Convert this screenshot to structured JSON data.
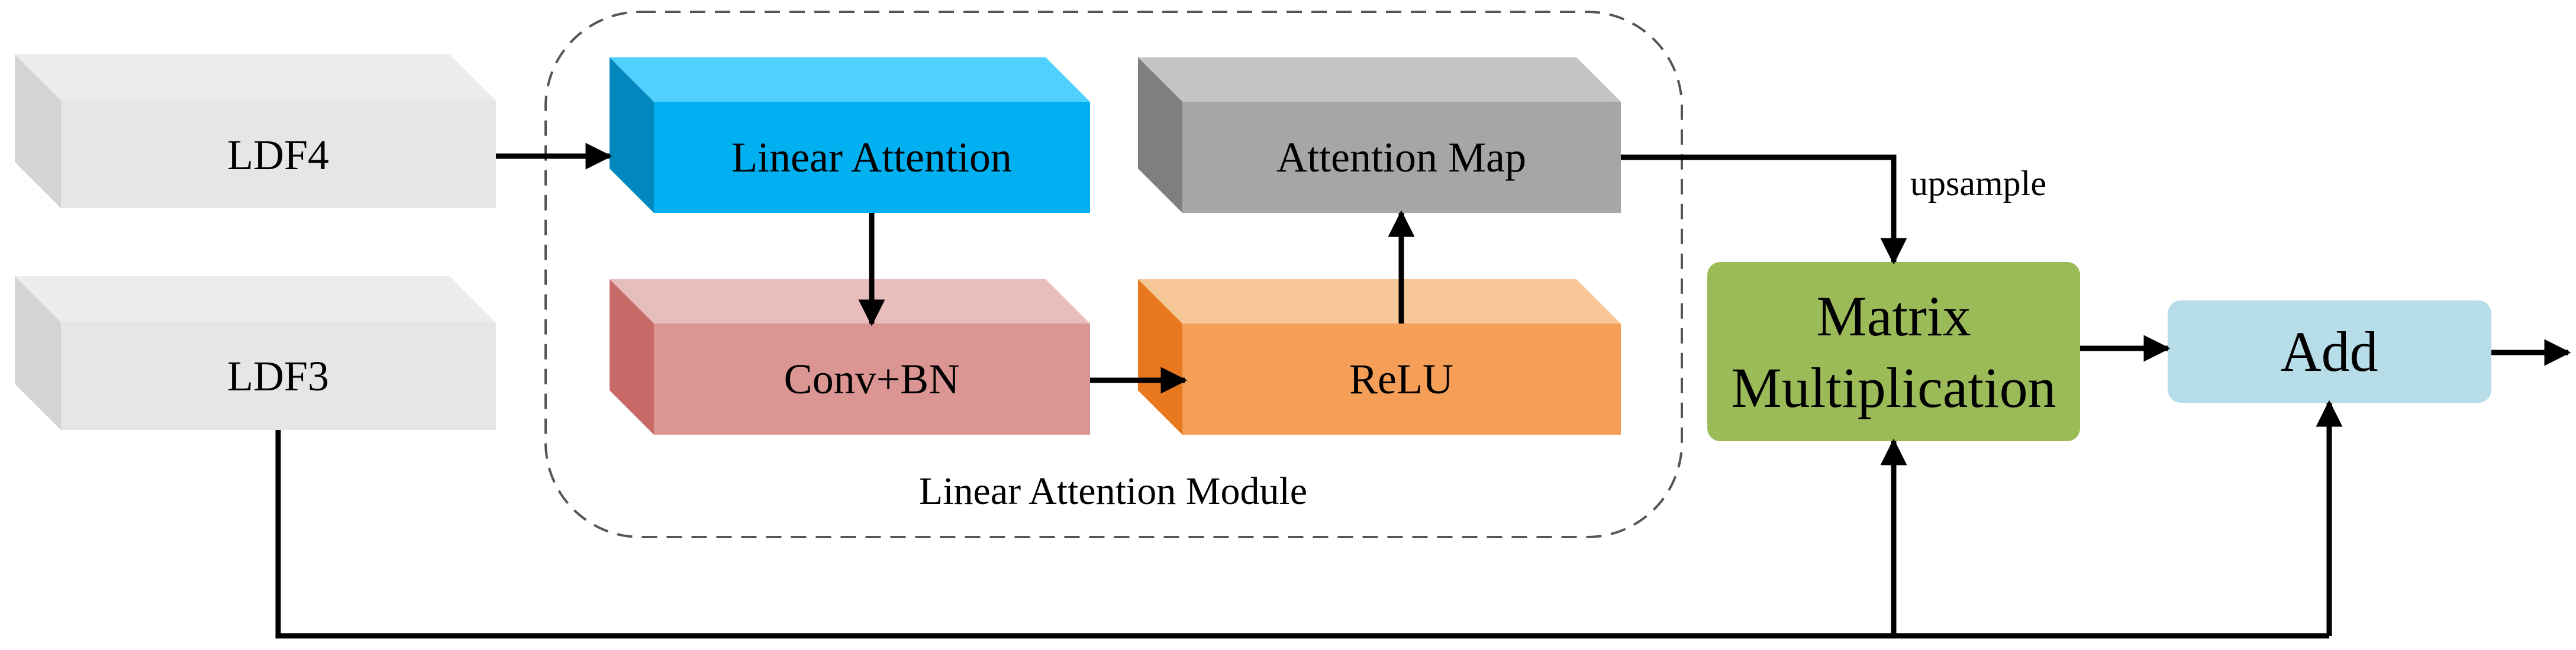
{
  "blocks": {
    "ldf4": {
      "label": "LDF4",
      "front": "#e6e6e6",
      "top": "#ececec",
      "side": "#d4d4d4"
    },
    "ldf3": {
      "label": "LDF3",
      "front": "#e6e6e6",
      "top": "#ececec",
      "side": "#d4d4d4"
    },
    "linear_attention": {
      "label": "Linear Attention",
      "front": "#00b0f0",
      "top": "#4fd0ff",
      "side": "#0088bf"
    },
    "attention_map": {
      "label": "Attention Map",
      "front": "#a6a6a6",
      "top": "#c4c4c4",
      "side": "#7f7f7f"
    },
    "conv_bn": {
      "label": "Conv+BN",
      "front": "#db9593",
      "top": "#e8bebd",
      "side": "#c86a67"
    },
    "relu": {
      "label": "ReLU",
      "front": "#f59e57",
      "top": "#f8c799",
      "side": "#e8781e"
    }
  },
  "module": {
    "label": "Linear Attention Module"
  },
  "matrix_multiplication": {
    "line1": "Matrix",
    "line2": "Multiplication",
    "color": "#9bbb59"
  },
  "add": {
    "label": "Add",
    "color": "#b7dde8"
  },
  "upsample_label": "upsample"
}
